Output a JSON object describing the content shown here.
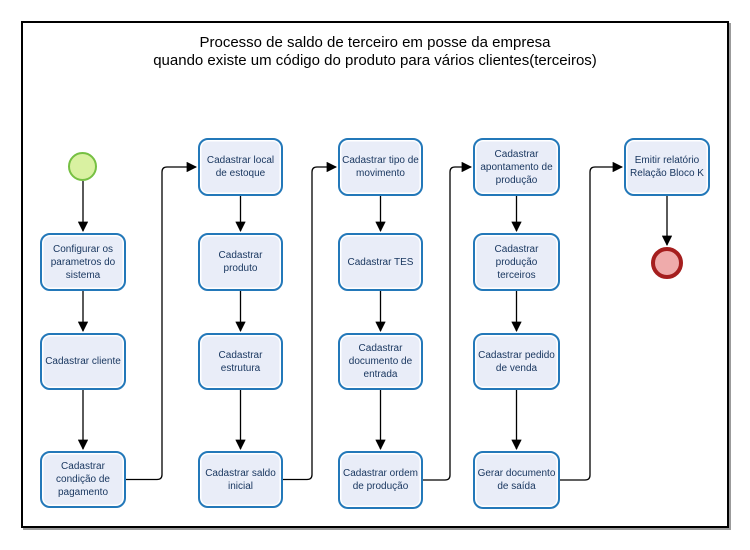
{
  "title": {
    "line1": "Processo de saldo de terceiro em posse da empresa",
    "line2": "quando existe um código do produto para vários clientes(terceiros)"
  },
  "tasks": [
    {
      "id": "configurar-parametros",
      "label": "Configurar os parametros do sistema"
    },
    {
      "id": "cadastrar-cliente",
      "label": "Cadastrar cliente"
    },
    {
      "id": "cadastrar-condicao-pagamento",
      "label": "Cadastrar condição de pagamento"
    },
    {
      "id": "cadastrar-local-estoque",
      "label": "Cadastrar local de estoque"
    },
    {
      "id": "cadastrar-produto",
      "label": "Cadastrar produto"
    },
    {
      "id": "cadastrar-estrutura",
      "label": "Cadastrar estrutura"
    },
    {
      "id": "cadastrar-saldo-inicial",
      "label": "Cadastrar saldo inicial"
    },
    {
      "id": "cadastrar-tipo-movimento",
      "label": "Cadastrar tipo de movimento"
    },
    {
      "id": "cadastrar-tes",
      "label": "Cadastrar TES"
    },
    {
      "id": "cadastrar-documento-entrada",
      "label": "Cadastrar documento de entrada"
    },
    {
      "id": "cadastrar-ordem-producao",
      "label": "Cadastrar ordem de produção"
    },
    {
      "id": "cadastrar-apontamento-producao",
      "label": "Cadastrar apontamento de produção"
    },
    {
      "id": "cadastrar-producao-terceiros",
      "label": "Cadastrar produção terceiros"
    },
    {
      "id": "cadastrar-pedido-venda",
      "label": "Cadastrar pedido de venda"
    },
    {
      "id": "gerar-documento-saida",
      "label": "Gerar documento de saída"
    },
    {
      "id": "emitir-relatorio-bloco-k",
      "label": "Emitir relatório Relação Bloco K"
    }
  ],
  "events": [
    {
      "id": "start",
      "type": "start-event"
    },
    {
      "id": "end",
      "type": "end-event"
    }
  ],
  "edges": [
    {
      "from": "start",
      "to": "configurar-parametros"
    },
    {
      "from": "configurar-parametros",
      "to": "cadastrar-cliente"
    },
    {
      "from": "cadastrar-cliente",
      "to": "cadastrar-condicao-pagamento"
    },
    {
      "from": "cadastrar-condicao-pagamento",
      "to": "cadastrar-local-estoque"
    },
    {
      "from": "cadastrar-local-estoque",
      "to": "cadastrar-produto"
    },
    {
      "from": "cadastrar-produto",
      "to": "cadastrar-estrutura"
    },
    {
      "from": "cadastrar-estrutura",
      "to": "cadastrar-saldo-inicial"
    },
    {
      "from": "cadastrar-saldo-inicial",
      "to": "cadastrar-tipo-movimento"
    },
    {
      "from": "cadastrar-tipo-movimento",
      "to": "cadastrar-tes"
    },
    {
      "from": "cadastrar-tes",
      "to": "cadastrar-documento-entrada"
    },
    {
      "from": "cadastrar-documento-entrada",
      "to": "cadastrar-ordem-producao"
    },
    {
      "from": "cadastrar-ordem-producao",
      "to": "cadastrar-apontamento-producao"
    },
    {
      "from": "cadastrar-apontamento-producao",
      "to": "cadastrar-producao-terceiros"
    },
    {
      "from": "cadastrar-producao-terceiros",
      "to": "cadastrar-pedido-venda"
    },
    {
      "from": "cadastrar-pedido-venda",
      "to": "gerar-documento-saida"
    },
    {
      "from": "gerar-documento-saida",
      "to": "emitir-relatorio-bloco-k"
    },
    {
      "from": "emitir-relatorio-bloco-k",
      "to": "end"
    }
  ],
  "colors": {
    "task_fill": "#e9edf8",
    "task_border": "#2378b9",
    "task_text": "#17355e",
    "connector": "#000000",
    "frame_border": "#000000",
    "start_fill": "#d9f1a1",
    "start_stroke": "#76c043",
    "end_fill": "#efabab",
    "end_stroke": "#a51e1e"
  }
}
